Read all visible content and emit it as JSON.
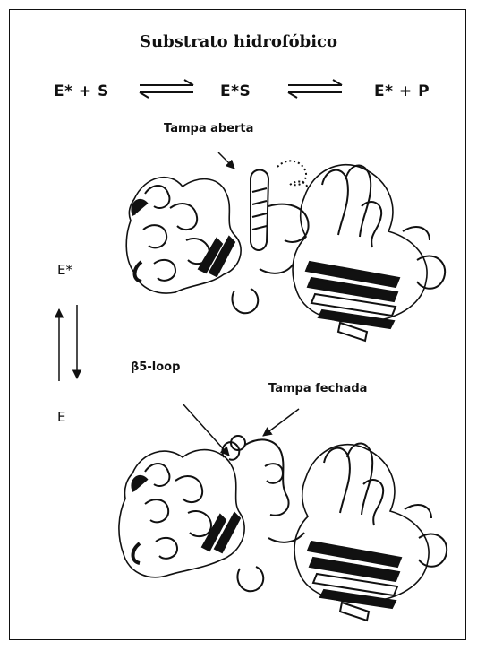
{
  "title": "Substrato hidrofóbico",
  "equation": {
    "left": "E* + S",
    "middle": "E*S",
    "right": "E* + P"
  },
  "annotations": {
    "open_lid": "Tampa aberta",
    "closed_lid": "Tampa fechada",
    "loop": "β5-loop"
  },
  "states": {
    "active": "E*",
    "inactive": "E"
  }
}
